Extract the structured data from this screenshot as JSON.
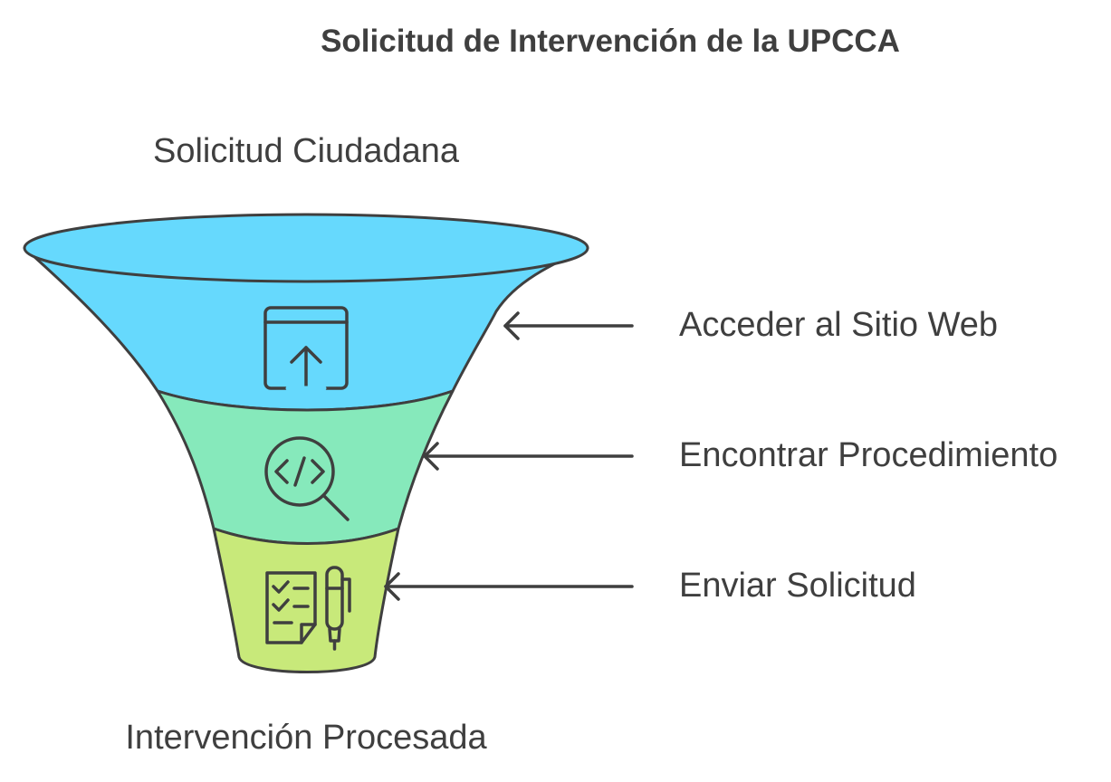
{
  "title": "Solicitud de Intervención de la UPCCA",
  "top_label": "Solicitud Ciudadana",
  "bottom_label": "Intervención Procesada",
  "stages": [
    {
      "label": "Acceder al Sitio Web",
      "icon": "browser-upload-icon",
      "color": "#66d9fd"
    },
    {
      "label": "Encontrar Procedimiento",
      "icon": "code-search-icon",
      "color": "#86e9bb"
    },
    {
      "label": "Enviar Solicitud",
      "icon": "checklist-pen-icon",
      "color": "#c8e97a"
    }
  ],
  "colors": {
    "outline": "#3f3f3f",
    "text": "#3f3f3f",
    "background": "#ffffff"
  }
}
